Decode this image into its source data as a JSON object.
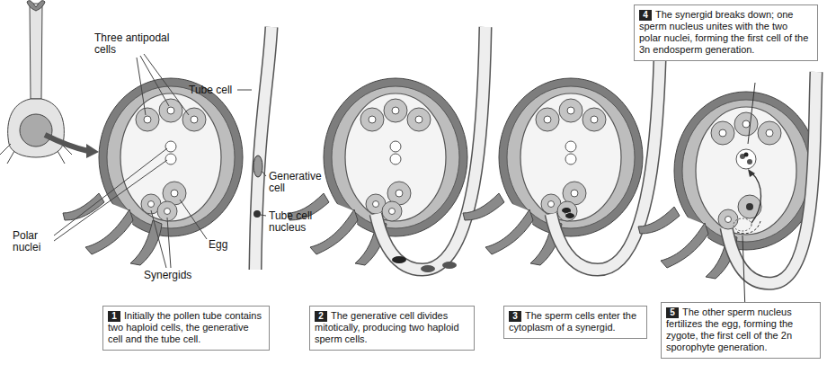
{
  "diagram": {
    "nodes": [
      {
        "text": [
          "1",
          "Initially the pollen tube contains two haploid cells, the generative cell and the tube cell."
        ]
      },
      {
        "text": [
          "2",
          "The generative cell divides mitotically, producing two haploid sperm cells."
        ]
      },
      {
        "text": [
          "3",
          "The sperm cells enter the cytoplasm of a synergid."
        ]
      },
      {
        "text": [
          "4",
          "The synergid breaks down; one sperm nucleus unites with the two polar nuclei, forming the first cell of the 3n endosperm generation."
        ]
      },
      {
        "text": [
          "5",
          "The other sperm nucleus fertilizes the egg, forming the zygote, the first cell of the 2n sporophyte generation."
        ]
      }
    ],
    "labels": [
      "Three antipodal cells",
      "Tube cell",
      "Generative cell",
      "Tube cell nucleus",
      "Polar nuclei",
      "Egg",
      "Synergids"
    ]
  }
}
